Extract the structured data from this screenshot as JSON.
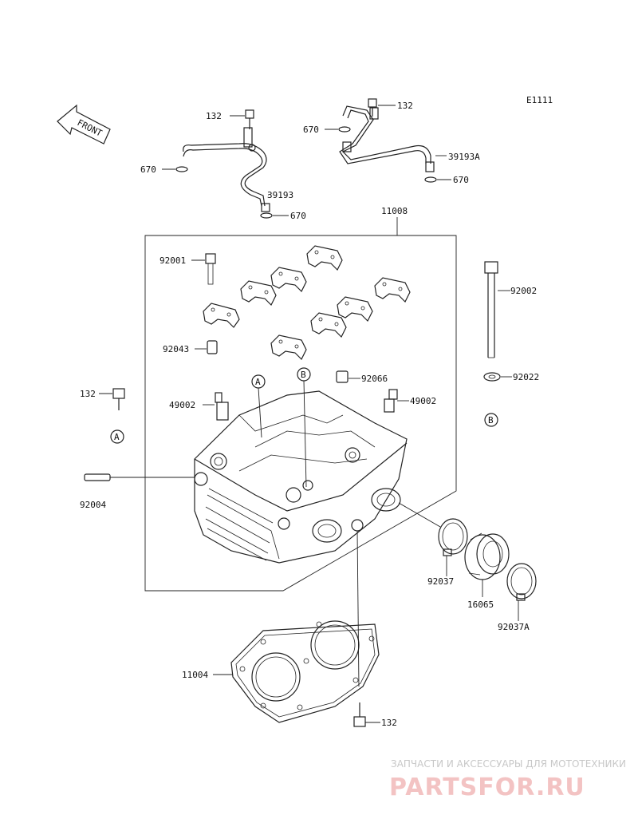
{
  "diagram_code": "E1111",
  "front_label": "FRONT",
  "callouts": {
    "a": "A",
    "b": "B"
  },
  "parts": {
    "p132_top": "132",
    "p670_left_top": "670",
    "p670_left_bottom": "670",
    "p39193": "39193",
    "p132_top_right": "132",
    "p670_right_top": "670",
    "p39193A": "39193A",
    "p670_right_bottom": "670",
    "p11008": "11008",
    "p92001": "92001",
    "p92002": "92002",
    "p92043": "92043",
    "p92066": "92066",
    "p92022": "92022",
    "p132_left": "132",
    "p49002_left": "49002",
    "p49002_right": "49002",
    "p92004": "92004",
    "p92037": "92037",
    "p16065": "16065",
    "p92037A": "92037A",
    "p11004": "11004",
    "p132_bottom": "132"
  },
  "watermark": {
    "subtitle": "ЗАПЧАСТИ И АКСЕССУАРЫ ДЛЯ МОТОТЕХНИКИ",
    "brand": "PARTSFOR.RU"
  }
}
